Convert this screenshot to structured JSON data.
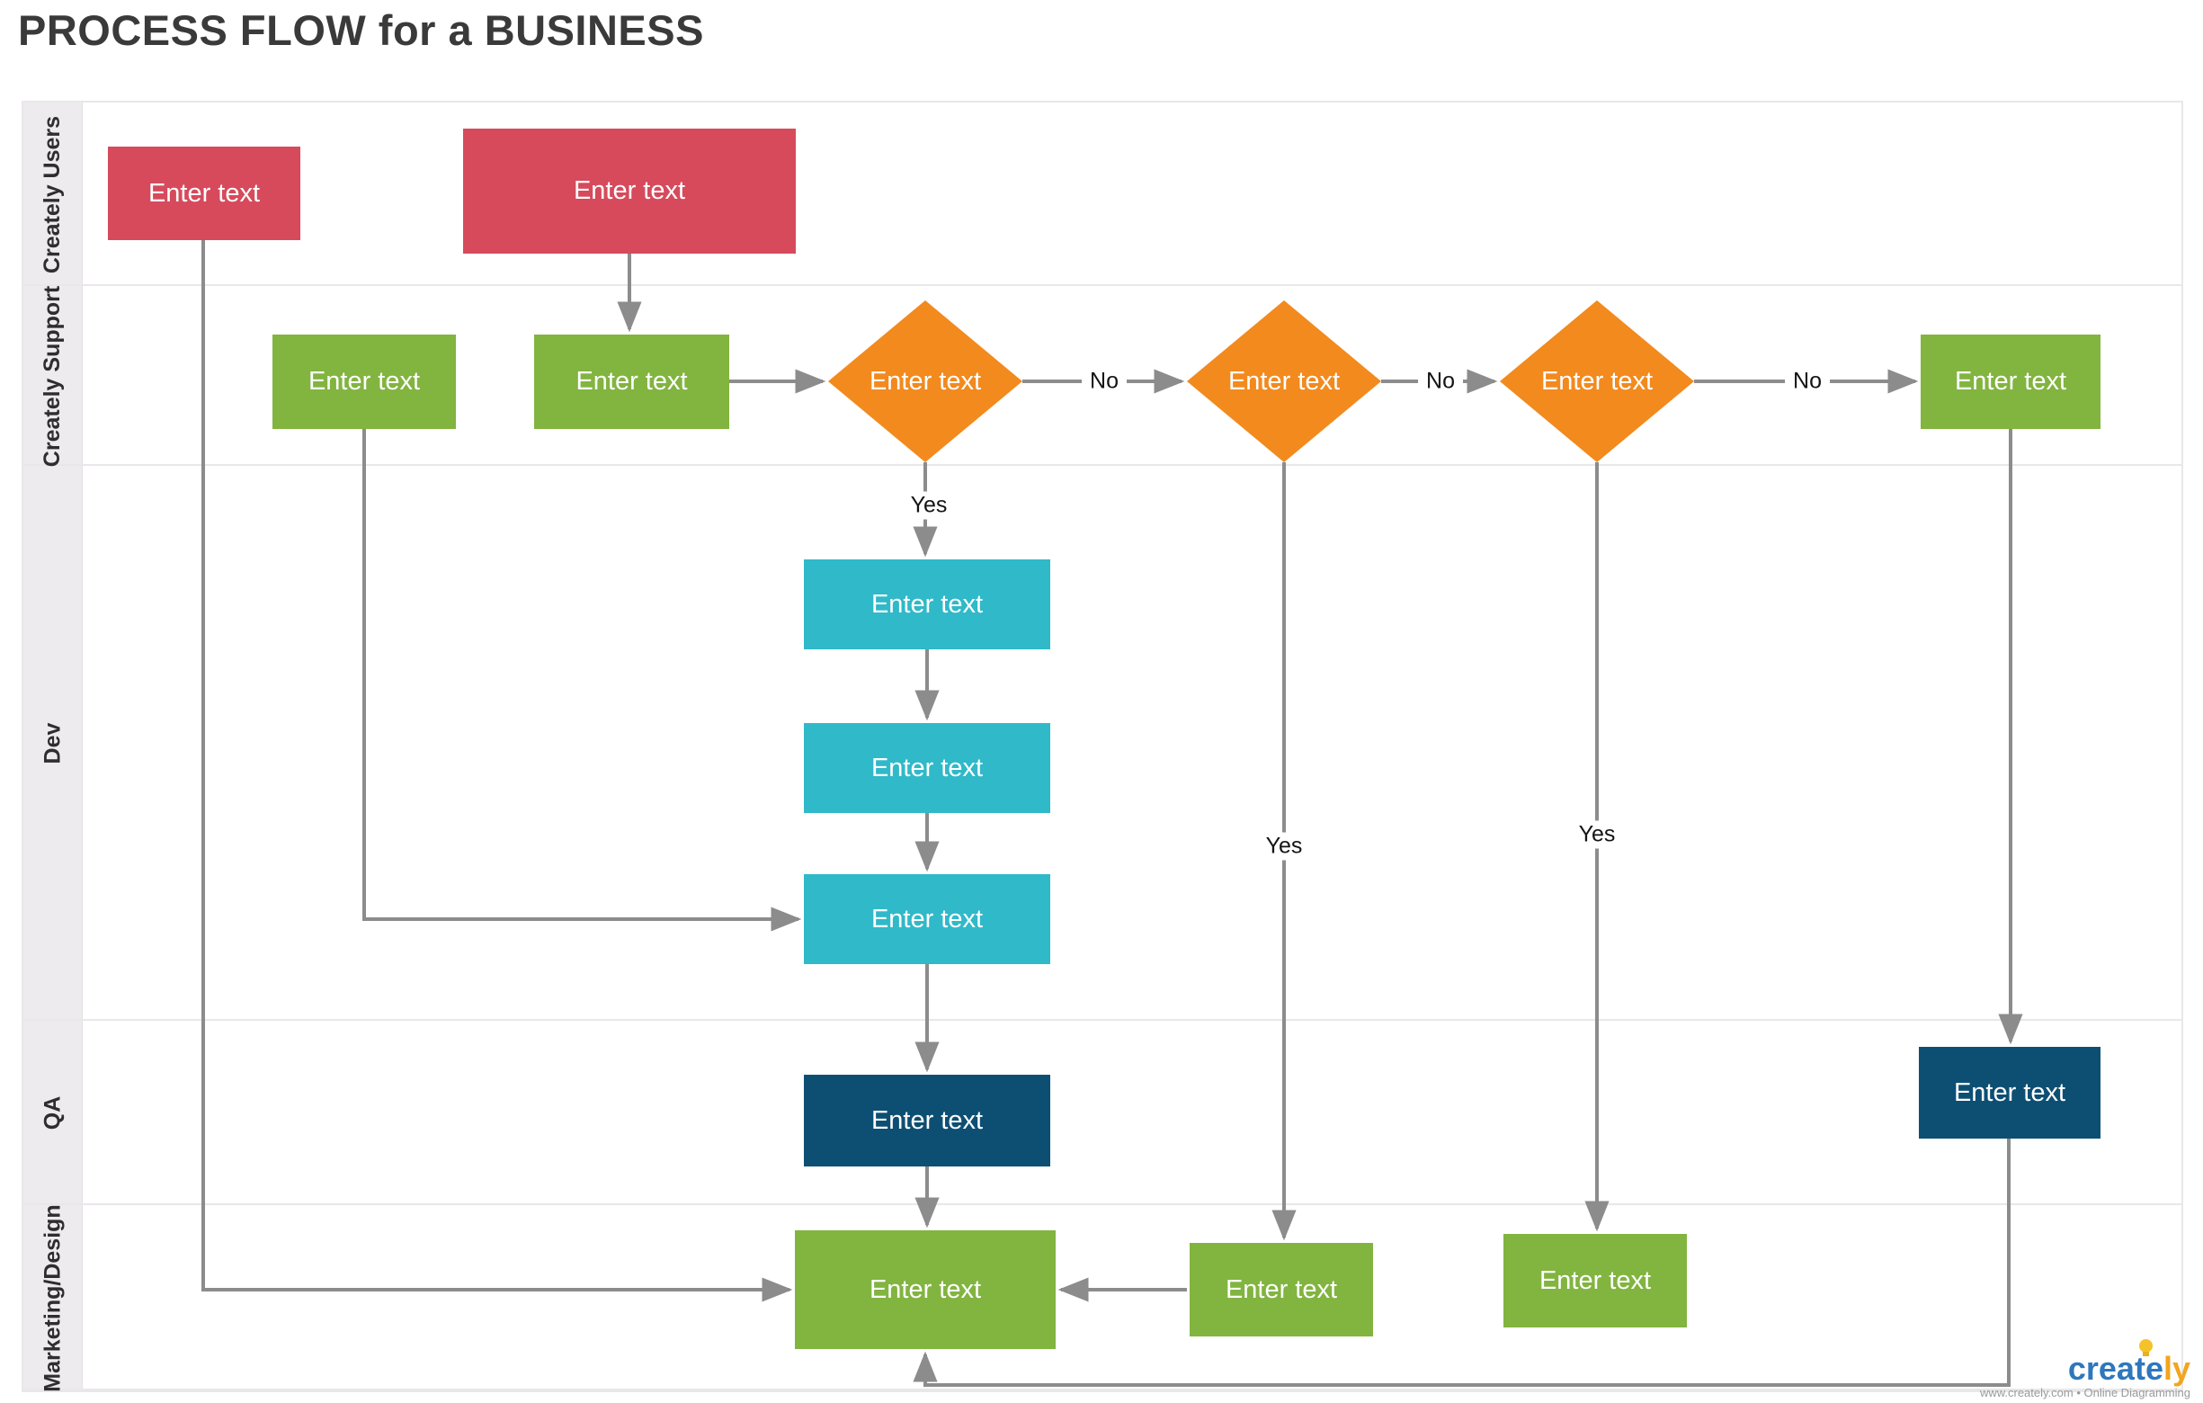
{
  "title": "PROCESS FLOW for a BUSINESS",
  "lanes": [
    {
      "label": "Creately Users"
    },
    {
      "label": "Creately Support"
    },
    {
      "label": "Dev"
    },
    {
      "label": "QA"
    },
    {
      "label": "Marketing/Design"
    }
  ],
  "nodes": [
    {
      "id": "user-start",
      "shape": "rect",
      "color": "#d64a5c",
      "label": "Enter text"
    },
    {
      "id": "user-main",
      "shape": "rect",
      "color": "#d64a5c",
      "label": "Enter text"
    },
    {
      "id": "support-left",
      "shape": "rect",
      "color": "#82b440",
      "label": "Enter text"
    },
    {
      "id": "support-mid",
      "shape": "rect",
      "color": "#82b440",
      "label": "Enter text"
    },
    {
      "id": "decision-1",
      "shape": "diamond",
      "color": "#f28a1e",
      "label": "Enter text"
    },
    {
      "id": "decision-2",
      "shape": "diamond",
      "color": "#f28a1e",
      "label": "Enter text"
    },
    {
      "id": "decision-3",
      "shape": "diamond",
      "color": "#f28a1e",
      "label": "Enter text"
    },
    {
      "id": "support-right",
      "shape": "rect",
      "color": "#82b440",
      "label": "Enter text"
    },
    {
      "id": "dev-1",
      "shape": "rect",
      "color": "#30b9c9",
      "label": "Enter text"
    },
    {
      "id": "dev-2",
      "shape": "rect",
      "color": "#30b9c9",
      "label": "Enter text"
    },
    {
      "id": "dev-3",
      "shape": "rect",
      "color": "#30b9c9",
      "label": "Enter text"
    },
    {
      "id": "qa-main",
      "shape": "rect",
      "color": "#0d4f73",
      "label": "Enter text"
    },
    {
      "id": "qa-right",
      "shape": "rect",
      "color": "#0d4f73",
      "label": "Enter text"
    },
    {
      "id": "marketing-main",
      "shape": "rect",
      "color": "#82b440",
      "label": "Enter text"
    },
    {
      "id": "marketing-2",
      "shape": "rect",
      "color": "#82b440",
      "label": "Enter text"
    },
    {
      "id": "marketing-3",
      "shape": "rect",
      "color": "#82b440",
      "label": "Enter text"
    }
  ],
  "edge_labels": {
    "yes": "Yes",
    "no": "No"
  },
  "colors": {
    "red": "#d64a5c",
    "green": "#82b440",
    "orange": "#f28a1e",
    "teal": "#30b9c9",
    "navy": "#0d4f73",
    "connector": "#8c8c8c",
    "lane_strip_bg": "#edebed",
    "lane_border": "#e9e7e9",
    "title_text": "#3a3a3a",
    "logo_blue": "#2e77bd",
    "logo_orange": "#f2a51e",
    "bulb_yellow": "#f5c22b"
  },
  "branding": {
    "logo_blue_text": "create",
    "logo_orange_text": "ly",
    "tagline": "www.creately.com • Online Diagramming"
  }
}
